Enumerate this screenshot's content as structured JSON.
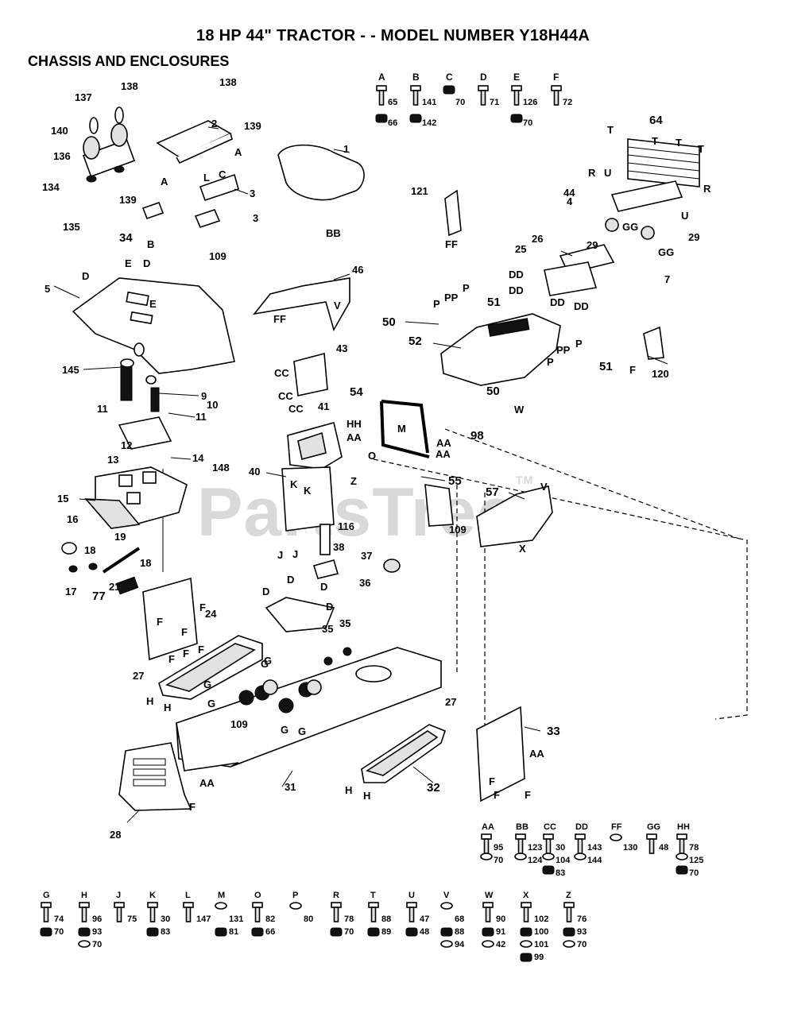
{
  "header": {
    "title": "18 HP 44\" TRACTOR - - MODEL NUMBER Y18H44A",
    "subtitle": "CHASSIS AND ENCLOSURES"
  },
  "watermark": {
    "text": "PartsTree",
    "tm": "TM"
  },
  "hardware_top": [
    {
      "letter": "A",
      "nums": [
        "65",
        "66"
      ]
    },
    {
      "letter": "B",
      "nums": [
        "141",
        "142"
      ]
    },
    {
      "letter": "C",
      "nums": [
        "70"
      ]
    },
    {
      "letter": "D",
      "nums": [
        "71"
      ]
    },
    {
      "letter": "E",
      "nums": [
        "126",
        "70"
      ]
    },
    {
      "letter": "F",
      "nums": [
        "72"
      ]
    }
  ],
  "hardware_mid": [
    {
      "letter": "AA",
      "nums": [
        "95",
        "70"
      ]
    },
    {
      "letter": "BB",
      "nums": [
        "123",
        "124"
      ]
    },
    {
      "letter": "CC",
      "nums": [
        "30",
        "104",
        "83"
      ]
    },
    {
      "letter": "DD",
      "nums": [
        "143",
        "144"
      ]
    },
    {
      "letter": "FF",
      "nums": [
        "130"
      ]
    },
    {
      "letter": "GG",
      "nums": [
        "48"
      ]
    },
    {
      "letter": "HH",
      "nums": [
        "78",
        "125",
        "70"
      ]
    }
  ],
  "hardware_bottom": [
    {
      "letter": "G",
      "nums": [
        "74",
        "70"
      ]
    },
    {
      "letter": "H",
      "nums": [
        "96",
        "93",
        "70"
      ]
    },
    {
      "letter": "J",
      "nums": [
        "75"
      ]
    },
    {
      "letter": "K",
      "nums": [
        "30",
        "83"
      ]
    },
    {
      "letter": "L",
      "nums": [
        "147"
      ]
    },
    {
      "letter": "M",
      "nums": [
        "131",
        "81"
      ]
    },
    {
      "letter": "O",
      "nums": [
        "82",
        "66"
      ]
    },
    {
      "letter": "P",
      "nums": [
        "80"
      ]
    },
    {
      "letter": "R",
      "nums": [
        "78",
        "70"
      ]
    },
    {
      "letter": "T",
      "nums": [
        "88",
        "89"
      ]
    },
    {
      "letter": "U",
      "nums": [
        "47",
        "48"
      ]
    },
    {
      "letter": "V",
      "nums": [
        "68",
        "88",
        "94"
      ]
    },
    {
      "letter": "W",
      "nums": [
        "90",
        "91",
        "42"
      ]
    },
    {
      "letter": "X",
      "nums": [
        "102",
        "100",
        "101",
        "99"
      ]
    },
    {
      "letter": "Z",
      "nums": [
        "76",
        "93",
        "70"
      ]
    }
  ],
  "callouts": [
    {
      "t": "1"
    },
    {
      "t": "2"
    },
    {
      "t": "3"
    },
    {
      "t": "3"
    },
    {
      "t": "4"
    },
    {
      "t": "5"
    },
    {
      "t": "7"
    },
    {
      "t": "9"
    },
    {
      "t": "10"
    },
    {
      "t": "11"
    },
    {
      "t": "11"
    },
    {
      "t": "12"
    },
    {
      "t": "13"
    },
    {
      "t": "14"
    },
    {
      "t": "15"
    },
    {
      "t": "16"
    },
    {
      "t": "17"
    },
    {
      "t": "18"
    },
    {
      "t": "18"
    },
    {
      "t": "19"
    },
    {
      "t": "21"
    },
    {
      "t": "24"
    },
    {
      "t": "25"
    },
    {
      "t": "26"
    },
    {
      "t": "27"
    },
    {
      "t": "27"
    },
    {
      "t": "28"
    },
    {
      "t": "29"
    },
    {
      "t": "29"
    },
    {
      "t": "31"
    },
    {
      "t": "32"
    },
    {
      "t": "33"
    },
    {
      "t": "34"
    },
    {
      "t": "35"
    },
    {
      "t": "35"
    },
    {
      "t": "36"
    },
    {
      "t": "37"
    },
    {
      "t": "38"
    },
    {
      "t": "40"
    },
    {
      "t": "41"
    },
    {
      "t": "43"
    },
    {
      "t": "44"
    },
    {
      "t": "46"
    },
    {
      "t": "50"
    },
    {
      "t": "50"
    },
    {
      "t": "51"
    },
    {
      "t": "51"
    },
    {
      "t": "52"
    },
    {
      "t": "54"
    },
    {
      "t": "55"
    },
    {
      "t": "57"
    },
    {
      "t": "64"
    },
    {
      "t": "77"
    },
    {
      "t": "98"
    },
    {
      "t": "109"
    },
    {
      "t": "109"
    },
    {
      "t": "109"
    },
    {
      "t": "116"
    },
    {
      "t": "120"
    },
    {
      "t": "121"
    },
    {
      "t": "134"
    },
    {
      "t": "135"
    },
    {
      "t": "136"
    },
    {
      "t": "137"
    },
    {
      "t": "138"
    },
    {
      "t": "138"
    },
    {
      "t": "139"
    },
    {
      "t": "139"
    },
    {
      "t": "140"
    },
    {
      "t": "145"
    },
    {
      "t": "148"
    },
    {
      "t": "A"
    },
    {
      "t": "A"
    },
    {
      "t": "B"
    },
    {
      "t": "C"
    },
    {
      "t": "L"
    },
    {
      "t": "BB"
    },
    {
      "t": "FF"
    },
    {
      "t": "FF"
    },
    {
      "t": "T"
    },
    {
      "t": "T"
    },
    {
      "t": "T"
    },
    {
      "t": "T"
    },
    {
      "t": "R"
    },
    {
      "t": "R"
    },
    {
      "t": "U"
    },
    {
      "t": "U"
    },
    {
      "t": "GG"
    },
    {
      "t": "GG"
    },
    {
      "t": "DD"
    },
    {
      "t": "DD"
    },
    {
      "t": "DD"
    },
    {
      "t": "DD"
    },
    {
      "t": "D"
    },
    {
      "t": "E"
    },
    {
      "t": "D"
    },
    {
      "t": "E"
    },
    {
      "t": "V"
    },
    {
      "t": "P"
    },
    {
      "t": "PP"
    },
    {
      "t": "P"
    },
    {
      "t": "P"
    },
    {
      "t": "PP"
    },
    {
      "t": "P"
    },
    {
      "t": "F"
    },
    {
      "t": "CC"
    },
    {
      "t": "CC"
    },
    {
      "t": "CC"
    },
    {
      "t": "HH"
    },
    {
      "t": "AA"
    },
    {
      "t": "M"
    },
    {
      "t": "AA"
    },
    {
      "t": "AA"
    },
    {
      "t": "W"
    },
    {
      "t": "O"
    },
    {
      "t": "Z"
    },
    {
      "t": "V"
    },
    {
      "t": "X"
    },
    {
      "t": "K"
    },
    {
      "t": "K"
    },
    {
      "t": "F"
    },
    {
      "t": "J"
    },
    {
      "t": "J"
    },
    {
      "t": "D"
    },
    {
      "t": "D"
    },
    {
      "t": "D"
    },
    {
      "t": "D"
    },
    {
      "t": "F"
    },
    {
      "t": "F"
    },
    {
      "t": "F"
    },
    {
      "t": "F"
    },
    {
      "t": "F"
    },
    {
      "t": "G"
    },
    {
      "t": "G"
    },
    {
      "t": "G"
    },
    {
      "t": "G"
    },
    {
      "t": "H"
    },
    {
      "t": "H"
    },
    {
      "t": "G"
    },
    {
      "t": "G"
    },
    {
      "t": "AA"
    },
    {
      "t": "F"
    },
    {
      "t": "H"
    },
    {
      "t": "H"
    },
    {
      "t": "AA"
    },
    {
      "t": "F"
    },
    {
      "t": "F"
    },
    {
      "t": "F"
    }
  ]
}
